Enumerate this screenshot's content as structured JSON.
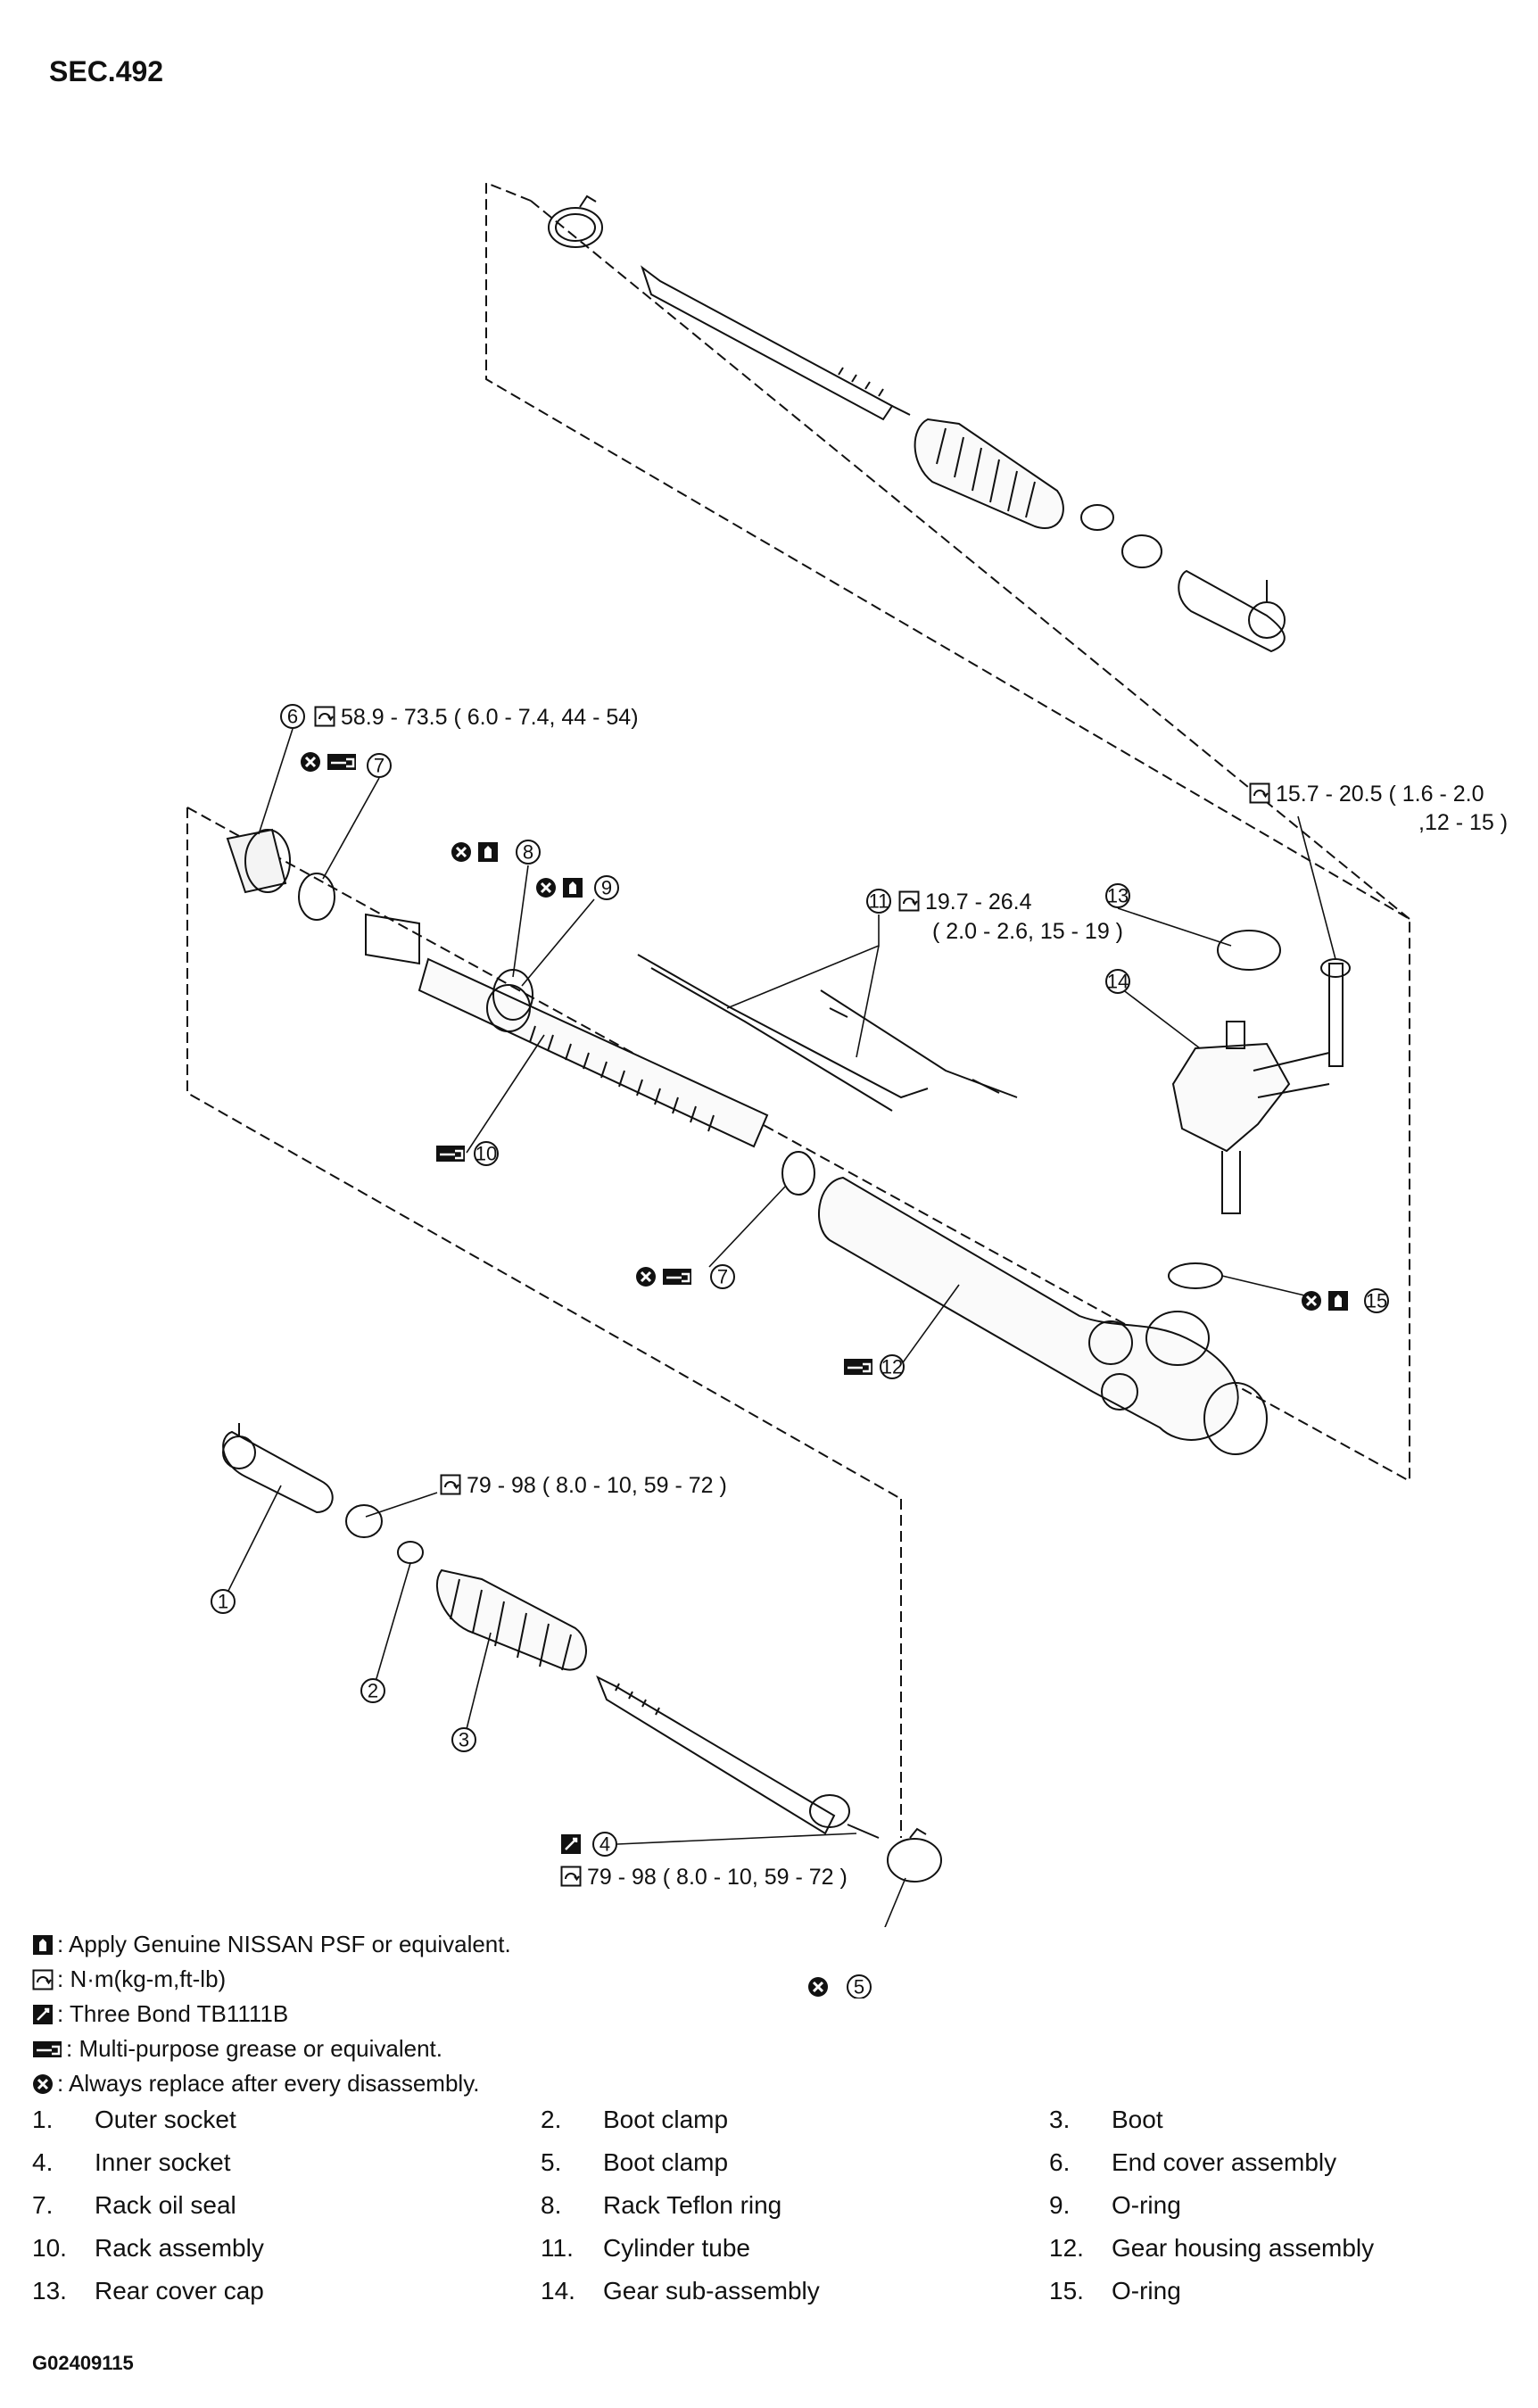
{
  "section": "SEC.492",
  "figure_code": "G02409115",
  "callouts": {
    "c1": "1",
    "c2": "2",
    "c3": "3",
    "c4": "4",
    "c5": "5",
    "c6": "6",
    "c7a": "7",
    "c7b": "7",
    "c8": "8",
    "c9": "9",
    "c10": "10",
    "c11": "11",
    "c12": "12",
    "c13": "13",
    "c14": "14",
    "c15": "15"
  },
  "torques": {
    "end_cover": "58.9 - 73.5 ( 6.0 - 7.4, 44 - 54)",
    "gear_bolt_line1": "15.7 - 20.5 ( 1.6 - 2.0",
    "gear_bolt_line2": ",12 - 15 )",
    "cylinder_tube_line1": "19.7 - 26.4",
    "cylinder_tube_line2": "( 2.0 - 2.6, 15 - 19 )",
    "outer_socket_nut": "79 - 98 ( 8.0 - 10, 59 - 72 )",
    "inner_socket": "79 - 98 ( 8.0 - 10, 59 - 72 )"
  },
  "legend": [
    {
      "icon": "psf-fluid-icon",
      "text": ": Apply Genuine NISSAN PSF or equivalent."
    },
    {
      "icon": "torque-wrench-icon",
      "text": ": N·m(kg-m,ft-lb)"
    },
    {
      "icon": "three-bond-icon",
      "text": ": Three Bond TB1111B"
    },
    {
      "icon": "grease-icon",
      "text": ": Multi-purpose grease or equivalent."
    },
    {
      "icon": "replace-icon",
      "text": ": Always replace after every disassembly."
    }
  ],
  "parts": [
    {
      "num": "1.",
      "name": "Outer socket"
    },
    {
      "num": "2.",
      "name": "Boot clamp"
    },
    {
      "num": "3.",
      "name": "Boot"
    },
    {
      "num": "4.",
      "name": "Inner socket"
    },
    {
      "num": "5.",
      "name": "Boot clamp"
    },
    {
      "num": "6.",
      "name": "End cover assembly"
    },
    {
      "num": "7.",
      "name": "Rack oil seal"
    },
    {
      "num": "8.",
      "name": "Rack Teflon ring"
    },
    {
      "num": "9.",
      "name": "O-ring"
    },
    {
      "num": "10.",
      "name": "Rack assembly"
    },
    {
      "num": "11.",
      "name": "Cylinder tube"
    },
    {
      "num": "12.",
      "name": "Gear housing assembly"
    },
    {
      "num": "13.",
      "name": "Rear cover cap"
    },
    {
      "num": "14.",
      "name": "Gear sub-assembly"
    },
    {
      "num": "15.",
      "name": "O-ring"
    }
  ]
}
